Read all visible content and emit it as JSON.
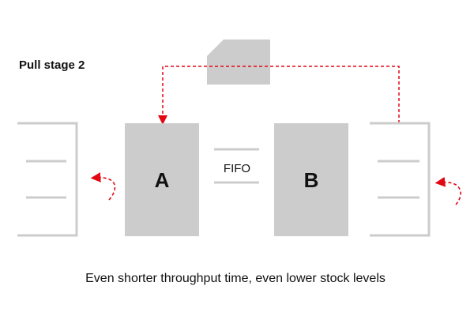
{
  "title": "Pull stage 2",
  "process_a_label": "A",
  "process_b_label": "B",
  "fifo_label": "FIFO",
  "caption": "Even shorter throughput time, even lower stock levels",
  "colors": {
    "process_fill": "#cccccc",
    "rack_stroke": "#cccccc",
    "signal_red": "#e30613",
    "text": "#111111"
  },
  "icons": {
    "kanban_card": "kanban-card-icon",
    "replenish_arrow": "circular-replenish-arrow-icon"
  }
}
